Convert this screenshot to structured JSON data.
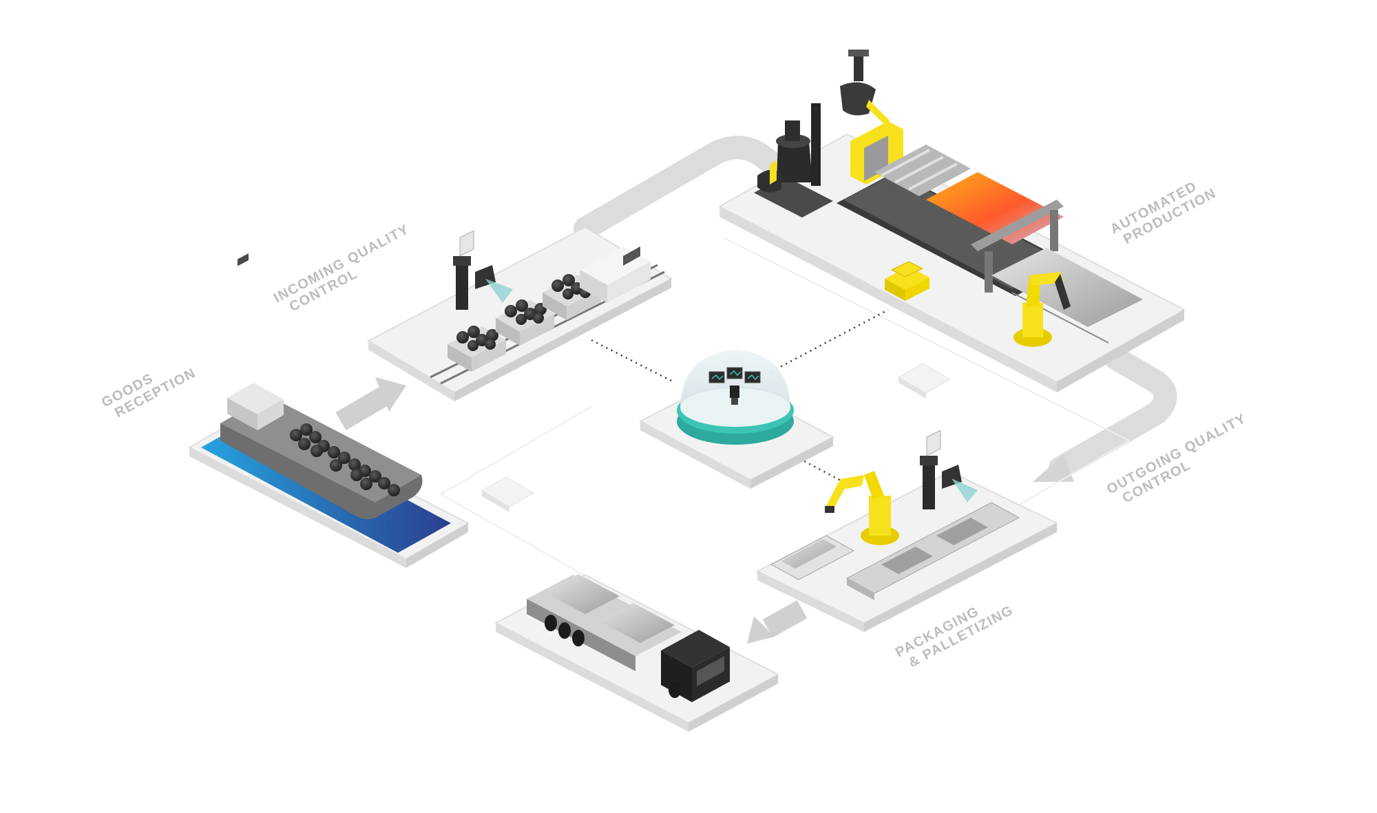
{
  "labels": {
    "goods_reception": [
      "GOODS",
      "RECEPTION"
    ],
    "incoming_quality_control": [
      "INCOMING QUALITY",
      "CONTROL"
    ],
    "automated_production": [
      "AUTOMATED",
      "PRODUCTION"
    ],
    "outgoing_quality_control": [
      "OUTGOING QUALITY",
      "CONTROL"
    ],
    "packaging_palletizing": [
      "PACKAGING",
      "& PALLETIZING"
    ]
  },
  "colors": {
    "platform": "#f2f2f2",
    "platform_edge": "#d9d9d9",
    "label": "#bcbcbc",
    "arrow": "#cfcfcf",
    "accent_yellow": "#f7e11d",
    "accent_teal": "#3cc4b6",
    "water_blue": "#1f7fc2",
    "machine_dark": "#2b2b2b",
    "molten": "#ff6a2a"
  },
  "icons": [
    "ship-icon",
    "train-icon",
    "scanner-icon",
    "furnace-icon",
    "casting-line-icon",
    "robot-arm-icon",
    "agv-icon",
    "control-room-icon",
    "conveyor-icon",
    "truck-icon"
  ]
}
